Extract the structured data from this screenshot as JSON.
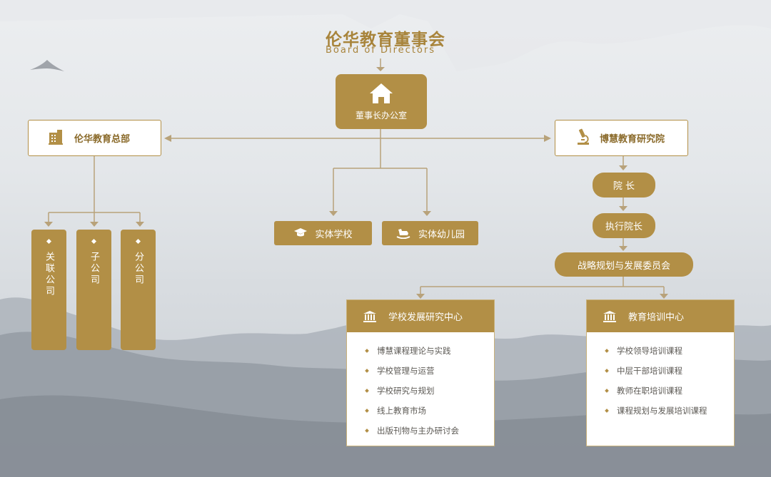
{
  "header": {
    "title": "伦华教育董事会",
    "subtitle": "Board of Directors"
  },
  "chair_office": {
    "label": "董事长办公室",
    "icon": "home-icon"
  },
  "headquarters": {
    "label": "伦华教育总部",
    "icon": "building-icon",
    "children": [
      {
        "label": "关联公司"
      },
      {
        "label": "子公司"
      },
      {
        "label": "分公司"
      }
    ]
  },
  "schools": [
    {
      "label": "实体学校",
      "icon": "graduation-cap-icon"
    },
    {
      "label": "实体幼儿园",
      "icon": "rocking-horse-icon"
    }
  ],
  "institute": {
    "label": "博慧教育研究院",
    "icon": "microscope-icon",
    "dean": "院 长",
    "exec_dean": "执行院长",
    "committee": "战略规划与发展委员会"
  },
  "centers": [
    {
      "title": "学校发展研究中心",
      "icon": "institution-icon",
      "items": [
        "博慧课程理论与实践",
        "学校管理与运营",
        "学校研究与规划",
        "线上教育市场",
        "出版刊物与主办研讨会"
      ]
    },
    {
      "title": "教育培训中心",
      "icon": "institution-icon",
      "items": [
        "学校领导培训课程",
        "中层干部培训课程",
        "教师在职培训课程",
        "课程规划与发展培训课程"
      ]
    }
  ],
  "colors": {
    "gold": "#b28f46",
    "title_gold": "#a8843b",
    "line": "#b8a27a"
  }
}
